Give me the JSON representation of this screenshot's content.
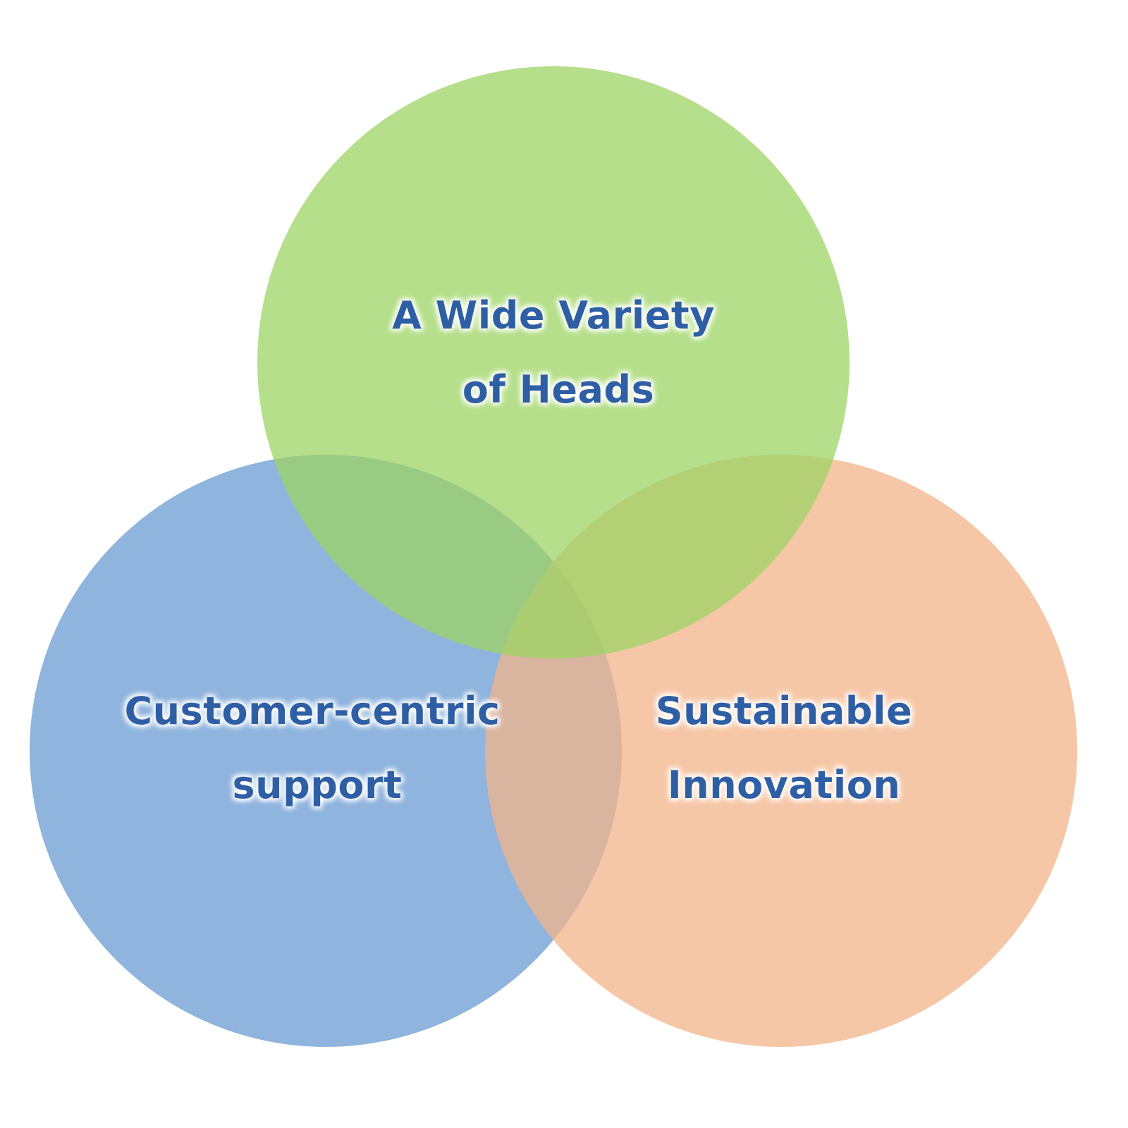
{
  "diagram": {
    "type": "venn",
    "sets": [
      {
        "id": "heads",
        "label_line1": "A Wide Variety",
        "label_line2": "of Heads",
        "color": "#9cd463"
      },
      {
        "id": "support",
        "label_line1": "Customer-centric",
        "label_line2": "support",
        "color": "#6a9bd1"
      },
      {
        "id": "innovation",
        "label_line1": "Sustainable",
        "label_line2": "Innovation",
        "color": "#f2b48a"
      }
    ],
    "label_color": "#2f5ea5",
    "label_glow_color": "#ffffff"
  }
}
